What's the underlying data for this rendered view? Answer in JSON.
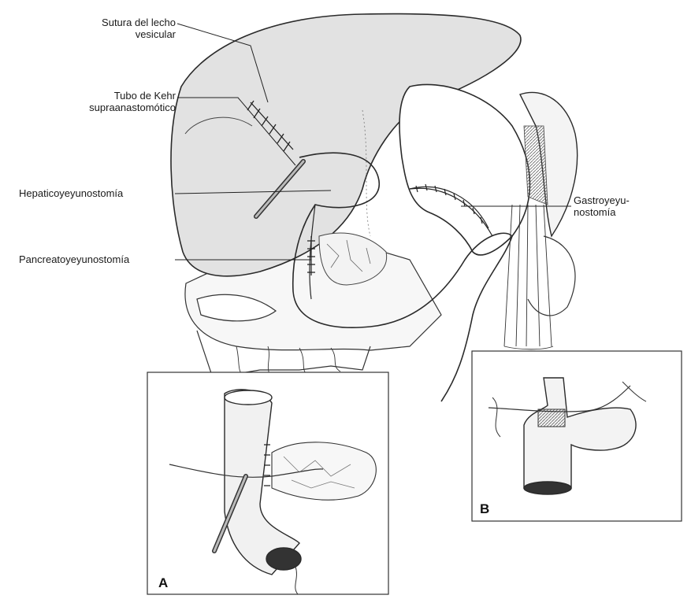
{
  "labels": {
    "sutura_line1": "Sutura del lecho",
    "sutura_line2": "vesicular",
    "kehr_line1": "Tubo de Kehr",
    "kehr_line2": "supraanastomótico",
    "hepatico": "Hepaticoyeyunostomía",
    "pancreato": "Pancreatoyeyunostomía",
    "gastro_line1": "Gastroyeyu-",
    "gastro_line2": "nostomía"
  },
  "insets": {
    "a_letter": "A",
    "b_letter": "B"
  }
}
